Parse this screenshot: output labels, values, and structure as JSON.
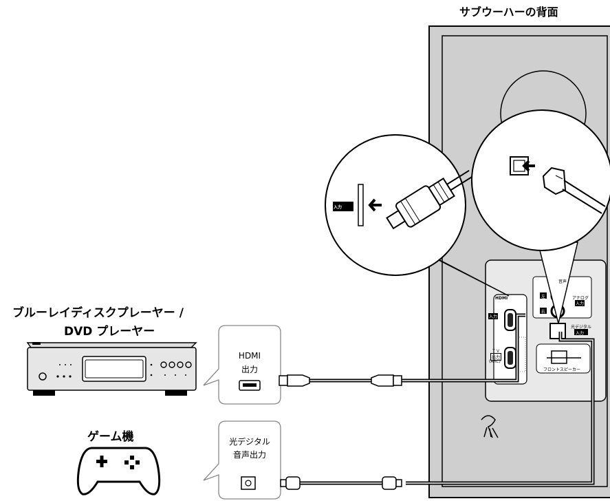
{
  "labels": {
    "subwoofer_back": "サブウーハーの背面",
    "bluray_line1": "ブルーレイディスクプレーヤー /",
    "bluray_line2": "DVD プレーヤー",
    "game": "ゲーム機",
    "hdmi_out_line1": "HDMI",
    "hdmi_out_line2": "出力",
    "optical_out_line1": "光デジタル",
    "optical_out_line2": "音声出力",
    "input_tag": "入力",
    "panel_hdmi": "HDMI",
    "panel_input": "入力",
    "panel_tv": "ＴＶ",
    "panel_output": "出力",
    "panel_arc": "(ARC)",
    "panel_audio": "音声",
    "panel_analog": "アナログ",
    "panel_analog_input": "入力",
    "panel_left": "左",
    "panel_right": "右",
    "panel_optical": "光デジタル",
    "panel_optical_input": "入力",
    "panel_front_speaker": "フロントスピーカー"
  }
}
